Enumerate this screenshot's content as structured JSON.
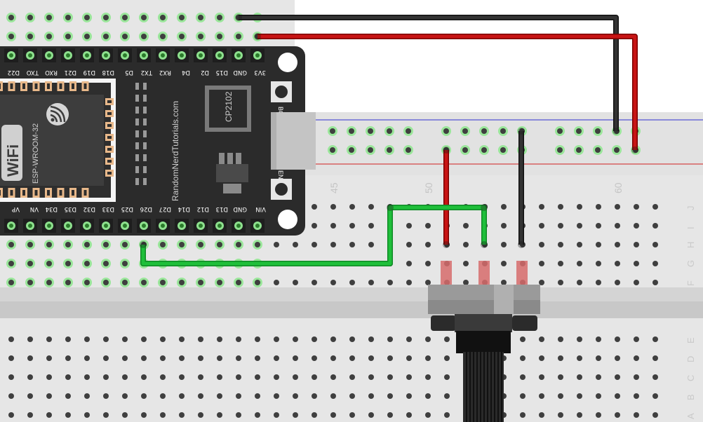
{
  "breadboard": {
    "column_numbers": [
      "45",
      "50",
      "60"
    ],
    "row_letters_top": [
      "J",
      "I",
      "H",
      "G",
      "F"
    ],
    "row_letters_bottom": [
      "E",
      "D",
      "C",
      "B",
      "A"
    ]
  },
  "esp32": {
    "top_pin_labels": [
      "D22",
      "TXO",
      "RXO",
      "D21",
      "D19",
      "D18",
      "D5",
      "TX2",
      "RX2",
      "D4",
      "D2",
      "D15",
      "GND",
      "3V3"
    ],
    "bottom_pin_labels": [
      "VP",
      "VN",
      "D34",
      "D35",
      "D32",
      "D33",
      "D25",
      "D26",
      "D27",
      "D14",
      "D12",
      "D13",
      "GND",
      "VIN"
    ],
    "module_label": "ESP-WROOM-32",
    "wifi_logo_text": "WiFi",
    "vendor_text": "RandomNerdTutorials.com",
    "chip_label": "CP2102",
    "boot_label": "BOOT",
    "en_label": "EN"
  },
  "wires": {
    "gnd_color": "#222222",
    "vcc_color": "#c81414",
    "signal_color": "#1fbf3a"
  }
}
